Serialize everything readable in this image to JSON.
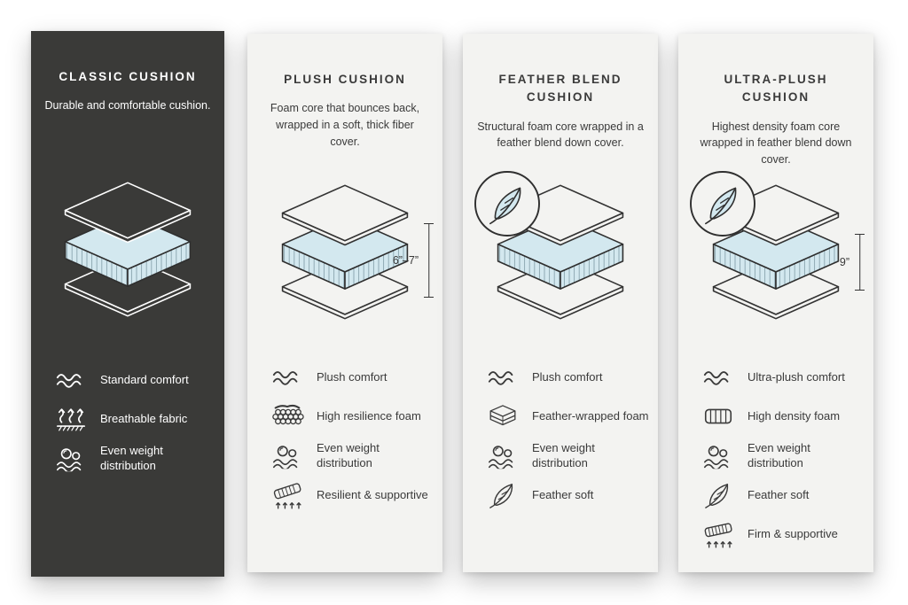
{
  "page": {
    "background": "#ffffff"
  },
  "colors": {
    "dark_card_bg": "#3a3a38",
    "light_card_bg": "#f3f3f1",
    "foam_fill": "#d3e8ef",
    "outline_dark": "#333333",
    "outline_light": "#ffffff"
  },
  "cards": [
    {
      "title": "CLASSIC CUSHION",
      "description": "Durable and comfortable cushion.",
      "theme": "dark",
      "has_feather_badge": false,
      "dimension_label": "",
      "features": [
        {
          "icon": "wave-icon",
          "icon_ref": "#wave-icon",
          "label": "Standard comfort"
        },
        {
          "icon": "breathable-icon",
          "icon_ref": "#breathable-icon",
          "label": "Breathable fabric"
        },
        {
          "icon": "weight-distribution-icon",
          "icon_ref": "#weight-icon",
          "label": "Even weight distribution"
        }
      ]
    },
    {
      "title": "PLUSH CUSHION",
      "description": "Foam core that bounces back, wrapped in a soft, thick fiber cover.",
      "theme": "light",
      "has_feather_badge": false,
      "dimension_label": "6”–7”",
      "features": [
        {
          "icon": "wave-icon",
          "icon_ref": "#wave-icon",
          "label": "Plush comfort"
        },
        {
          "icon": "foam-bubbles-icon",
          "icon_ref": "#foam-bubbles-icon",
          "label": "High resilience foam"
        },
        {
          "icon": "weight-distribution-icon",
          "icon_ref": "#weight-icon",
          "label": "Even weight distribution"
        },
        {
          "icon": "resilient-icon",
          "icon_ref": "#resilient-icon",
          "label": "Resilient & supportive"
        }
      ]
    },
    {
      "title": "FEATHER BLEND CUSHION",
      "description": "Structural foam core wrapped in a feather blend down cover.",
      "theme": "light",
      "has_feather_badge": true,
      "dimension_label": "",
      "features": [
        {
          "icon": "wave-icon",
          "icon_ref": "#wave-icon",
          "label": "Plush comfort"
        },
        {
          "icon": "feather-wrapped-icon",
          "icon_ref": "#feather-wrapped-icon",
          "label": "Feather-wrapped foam"
        },
        {
          "icon": "weight-distribution-icon",
          "icon_ref": "#weight-icon",
          "label": "Even weight distribution"
        },
        {
          "icon": "feather-icon",
          "icon_ref": "#feather-icon",
          "label": "Feather soft"
        }
      ]
    },
    {
      "title": "ULTRA-PLUSH CUSHION",
      "description": "Highest density foam core wrapped in feather blend down cover.",
      "theme": "light",
      "has_feather_badge": true,
      "dimension_label": "9”",
      "features": [
        {
          "icon": "wave-icon",
          "icon_ref": "#wave-icon",
          "label": "Ultra-plush comfort"
        },
        {
          "icon": "high-density-icon",
          "icon_ref": "#high-density-icon",
          "label": "High density foam"
        },
        {
          "icon": "weight-distribution-icon",
          "icon_ref": "#weight-icon",
          "label": "Even weight distribution"
        },
        {
          "icon": "feather-icon",
          "icon_ref": "#feather-icon",
          "label": "Feather soft"
        },
        {
          "icon": "firm-icon",
          "icon_ref": "#firm-icon",
          "label": "Firm & supportive"
        }
      ]
    }
  ]
}
